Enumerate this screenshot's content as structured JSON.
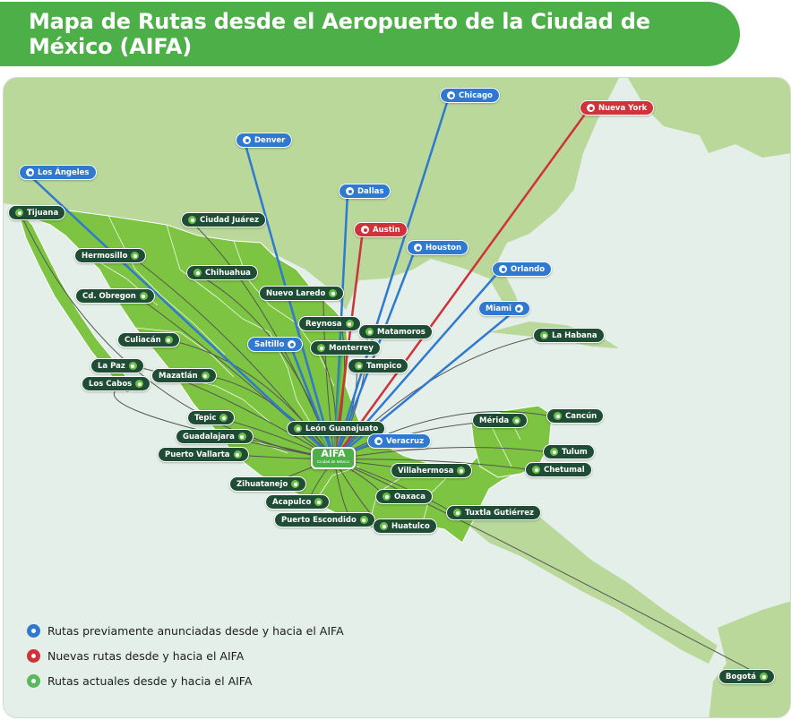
{
  "title": "Mapa de Rutas desde el Aeropuerto de la Ciudad de México (AIFA)",
  "colors": {
    "previous": "#2f79d0",
    "new": "#d0323a",
    "current": "#5cb85c",
    "label_dark": "#1f4c35",
    "land_mexico": "#7cc441",
    "land_other": "#b9d89a",
    "water": "#e3efe8"
  },
  "hub": {
    "name": "AIFA",
    "subtitle": "Ciudad de México"
  },
  "legend": [
    {
      "label": "Rutas previamente anunciadas desde y hacia el AIFA",
      "color": "#2f79d0"
    },
    {
      "label": "Nuevas rutas desde y hacia el AIFA",
      "color": "#d0323a"
    },
    {
      "label": "Rutas actuales desde y hacia el AIFA",
      "color": "#5cb85c"
    }
  ],
  "destinations": {
    "chicago": {
      "label": "Chicago",
      "type": "previous"
    },
    "nueva_york": {
      "label": "Nueva York",
      "type": "new"
    },
    "denver": {
      "label": "Denver",
      "type": "previous"
    },
    "los_angeles": {
      "label": "Los Ángeles",
      "type": "previous"
    },
    "dallas": {
      "label": "Dallas",
      "type": "previous"
    },
    "tijuana": {
      "label": "Tijuana",
      "type": "current"
    },
    "ciudad_juarez": {
      "label": "Ciudad Juárez",
      "type": "current"
    },
    "austin": {
      "label": "Austin",
      "type": "new"
    },
    "houston": {
      "label": "Houston",
      "type": "previous"
    },
    "hermosillo": {
      "label": "Hermosillo",
      "type": "current"
    },
    "orlando": {
      "label": "Orlando",
      "type": "previous"
    },
    "chihuahua": {
      "label": "Chihuahua",
      "type": "current"
    },
    "nuevo_laredo": {
      "label": "Nuevo Laredo",
      "type": "current"
    },
    "cd_obregon": {
      "label": "Cd. Obregon",
      "type": "current"
    },
    "miami": {
      "label": "Miami",
      "type": "previous"
    },
    "reynosa": {
      "label": "Reynosa",
      "type": "current"
    },
    "matamoros": {
      "label": "Matamoros",
      "type": "current"
    },
    "la_habana": {
      "label": "La Habana",
      "type": "current"
    },
    "culiacan": {
      "label": "Culiacán",
      "type": "current"
    },
    "saltillo": {
      "label": "Saltillo",
      "type": "previous"
    },
    "monterrey": {
      "label": "Monterrey",
      "type": "current"
    },
    "la_paz": {
      "label": "La Paz",
      "type": "current"
    },
    "tampico": {
      "label": "Tampico",
      "type": "current"
    },
    "mazatlan": {
      "label": "Mazatlán",
      "type": "current"
    },
    "los_cabos": {
      "label": "Los Cabos",
      "type": "current"
    },
    "cancun": {
      "label": "Cancún",
      "type": "current"
    },
    "tepic": {
      "label": "Tepic",
      "type": "current"
    },
    "merida": {
      "label": "Mérida",
      "type": "current"
    },
    "leon": {
      "label": "León Guanajuato",
      "type": "current"
    },
    "guadalajara": {
      "label": "Guadalajara",
      "type": "current"
    },
    "veracruz": {
      "label": "Veracruz",
      "type": "previous"
    },
    "tulum": {
      "label": "Tulum",
      "type": "current"
    },
    "puerto_vallarta": {
      "label": "Puerto Vallarta",
      "type": "current"
    },
    "chetumal": {
      "label": "Chetumal",
      "type": "current"
    },
    "villahermosa": {
      "label": "Villahermosa",
      "type": "current"
    },
    "zihuatanejo": {
      "label": "Zihuatanejo",
      "type": "current"
    },
    "oaxaca": {
      "label": "Oaxaca",
      "type": "current"
    },
    "acapulco": {
      "label": "Acapulco",
      "type": "current"
    },
    "tuxtla": {
      "label": "Tuxtla Gutiérrez",
      "type": "current"
    },
    "puerto_escondido": {
      "label": "Puerto Escondido",
      "type": "current"
    },
    "huatulco": {
      "label": "Huatulco",
      "type": "current"
    },
    "bogota": {
      "label": "Bogotá",
      "type": "current"
    }
  }
}
